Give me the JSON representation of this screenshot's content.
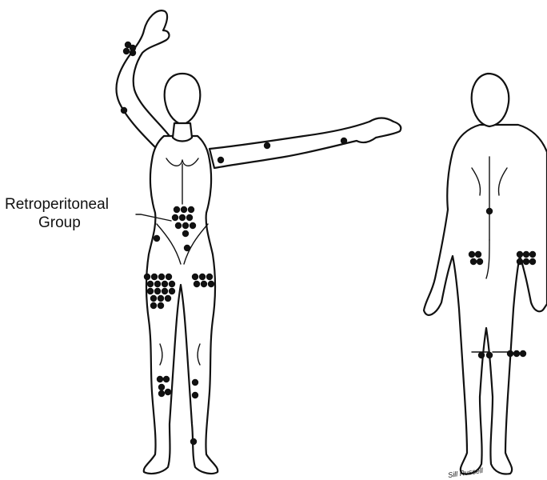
{
  "annotation": {
    "line1": "Retroperitoneal",
    "line2": "Group"
  },
  "signature": "Sill Russell",
  "colors": {
    "ink": "#111111",
    "background": "#ffffff"
  }
}
